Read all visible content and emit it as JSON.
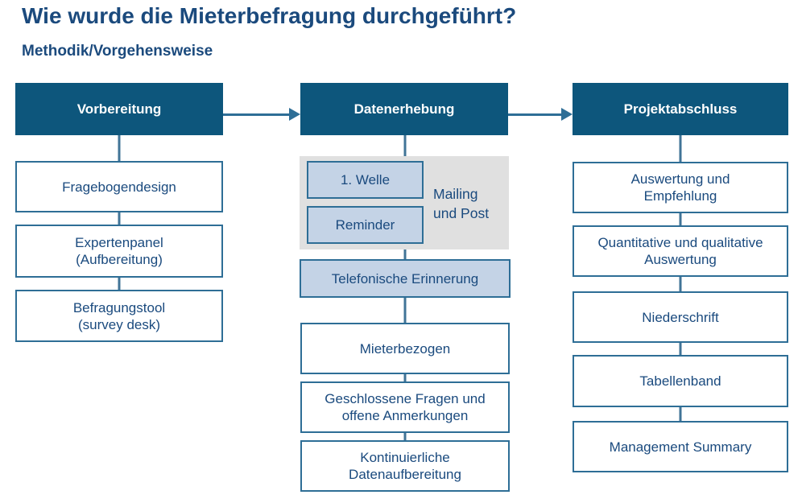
{
  "page": {
    "title": "Wie wurde die Mieterbefragung durchgeführt?",
    "subtitle": "Methodik/Vorgehensweise"
  },
  "colors": {
    "title_text": "#1b4a7d",
    "header_bg": "#0d567c",
    "header_text": "#ffffff",
    "box_border": "#2e6e96",
    "box_text": "#1a4a7e",
    "light_blue_fill": "#c4d3e6",
    "gray_panel": "#e0e0e0",
    "connector": "#417497"
  },
  "columns": {
    "vorbereitung": {
      "header": "Vorbereitung",
      "boxes": [
        "Fragebogendesign",
        "Expertenpanel\n(Aufbereitung)",
        "Befragungstool\n(survey desk)"
      ]
    },
    "datenerhebung": {
      "header": "Datenerhebung",
      "wave_boxes": [
        "1. Welle",
        "Reminder"
      ],
      "wave_label": "Mailing\nund Post",
      "phone_box": "Telefonische Erinnerung",
      "boxes": [
        "Mieterbezogen",
        "Geschlossene Fragen und\noffene Anmerkungen",
        "Kontinuierliche\nDatenaufbereitung"
      ]
    },
    "projektabschluss": {
      "header": "Projektabschluss",
      "boxes": [
        "Auswertung und\nEmpfehlung",
        "Quantitative und qualitative\nAuswertung",
        "Niederschrift",
        "Tabellenband",
        "Management Summary"
      ]
    }
  }
}
